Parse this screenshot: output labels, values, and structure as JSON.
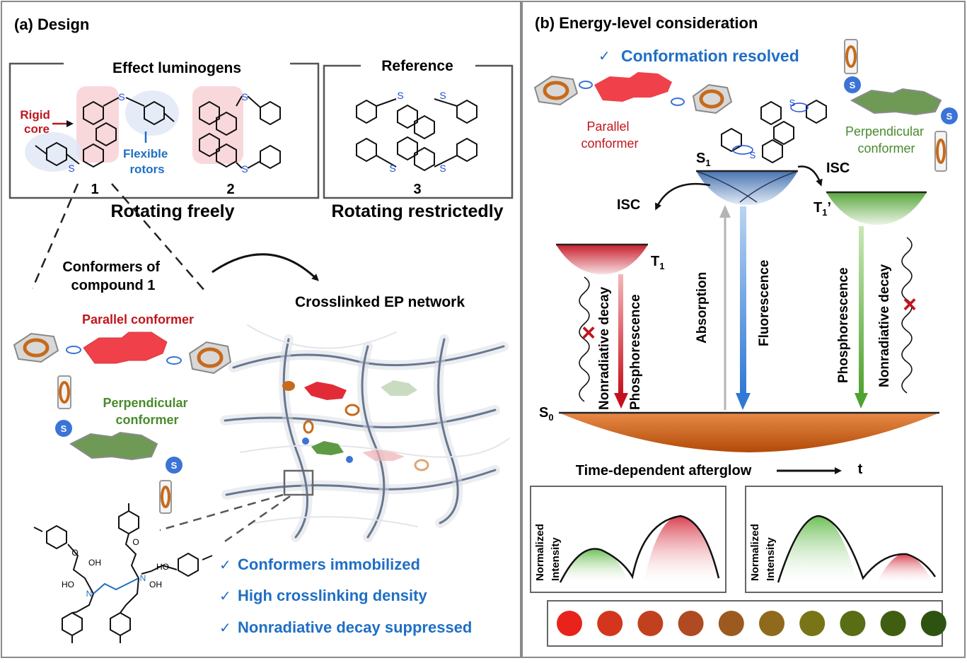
{
  "panel_a": {
    "title": "(a) Design",
    "effect_box_title": "Effect luminogens",
    "rigid_core": [
      "Rigid",
      "core"
    ],
    "flexible_rotors": [
      "Flexible",
      "rotors"
    ],
    "compound_1": "1",
    "compound_2": "2",
    "reference_title": "Reference",
    "compound_3": "3",
    "sulfur_label": "S",
    "rotating_freely": "Rotating freely",
    "rotating_restrictedly": "Rotating restrictedly",
    "conformers_label": [
      "Conformers of",
      "compound 1"
    ],
    "crosslinked_label": "Crosslinked EP network",
    "parallel_label": "Parallel  conformer",
    "perpendicular_label": [
      "Perpendicular",
      "conformer"
    ],
    "oh_label": "OH",
    "ho_label": "HO",
    "checklist": [
      "Conformers immobilized",
      "High crosslinking density",
      "Nonradiative decay suppressed"
    ],
    "check_mark": "✓"
  },
  "panel_b": {
    "title": "(b) Energy-level  consideration",
    "conformation_resolved": "Conformation resolved",
    "parallel_label": [
      "Parallel",
      "conformer"
    ],
    "perpendicular_label": [
      "Perpendicular",
      "conformer"
    ],
    "s1": "S",
    "s1_sub": "1",
    "s0": "S",
    "s0_sub": "0",
    "t1": "T",
    "t1_sub": "1",
    "t1p": "T",
    "t1p_sub": "1",
    "t1p_prime": "’",
    "isc_left": "ISC",
    "isc_right": "ISC",
    "nonradiative_left": "Nonradiative decay",
    "phosphorescence_left": "Phosphorescence",
    "absorption": "Absorption",
    "fluorescence": "Fluorescence",
    "phosphorescence_right": "Phosphorescence",
    "nonradiative_right": "Nonradiative decay",
    "afterglow": "Time-dependent afterglow",
    "t_label": "t",
    "normalized_intensity": [
      "Normalized",
      "Intensity"
    ],
    "cross_mark": "×",
    "afterglow_dots": [
      "#e8231c",
      "#d3361c",
      "#c1411f",
      "#b04a22",
      "#9c5a20",
      "#8f6a1c",
      "#7a7418",
      "#586d14",
      "#3f5e12",
      "#2e5310"
    ]
  },
  "colors": {
    "blue_text": "#1f6fc4",
    "red_text": "#c0161d",
    "green_text": "#4a8a2c"
  }
}
